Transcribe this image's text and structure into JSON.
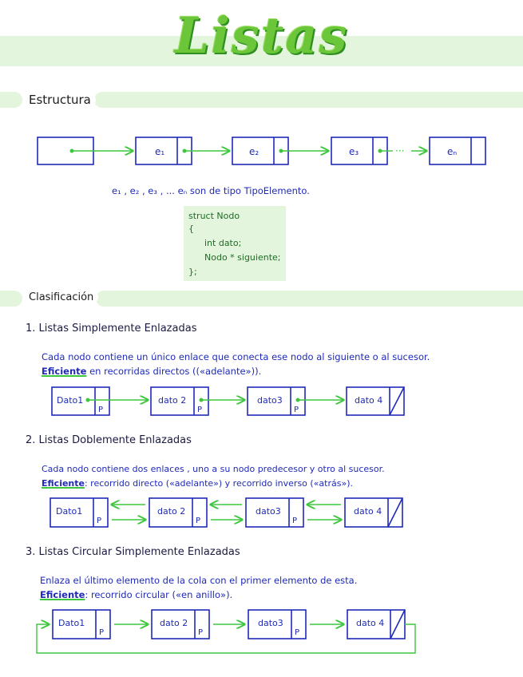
{
  "title": "Listas",
  "sections": {
    "estructura": "Estructura",
    "clasificacion": "Clasificación"
  },
  "estructura": {
    "nodes": [
      "e₁",
      "e₂",
      "e₃",
      "eₙ"
    ],
    "ellipsis": "···",
    "caption": "e₁ , e₂ , e₃ , ... eₙ  son de tipo  TipoElemento.",
    "code": [
      "struct Nodo",
      "{",
      "int dato;",
      "Nodo * siguiente;",
      "};"
    ]
  },
  "simple": {
    "heading": "1. Listas Simplemente Enlazadas",
    "desc": "Cada nodo contiene un único enlace que  conecta ese nodo al siguiente o al sucesor.",
    "eff_label": "Eficiente",
    "eff_text": " en recorridas directos ((«adelante»)).",
    "nodes": [
      "Dato1",
      "dato 2",
      "dato3",
      "dato 4"
    ],
    "ptr": "P"
  },
  "doble": {
    "heading": "2. Listas Doblemente Enlazadas",
    "desc": "Cada nodo contiene dos enlaces , uno a su nodo predecesor y otro al sucesor.",
    "eff_label": "Eficiente",
    "eff_text": ":  recorrido directo («adelante»)  y  recorrido inverso («atrás»).",
    "nodes": [
      "Dato1",
      "dato 2",
      "dato3",
      "dato 4"
    ],
    "ptr": "P"
  },
  "circular": {
    "heading": "3. Listas Circular Simplemente Enlazadas",
    "desc": "Enlaza el último elemento de la cola con el primer elemento de esta.",
    "eff_label": "Eficiente",
    "eff_text": ":  recorrido circular («en anillo»).",
    "nodes": [
      "Dato1",
      "dato 2",
      "dato3",
      "dato 4"
    ],
    "ptr": "P"
  },
  "colors": {
    "green_band": "#e3f5dc",
    "title_green": "#6cc63a",
    "ink_blue": "#1f2ab8",
    "arrow_green": "#3ec63e"
  }
}
